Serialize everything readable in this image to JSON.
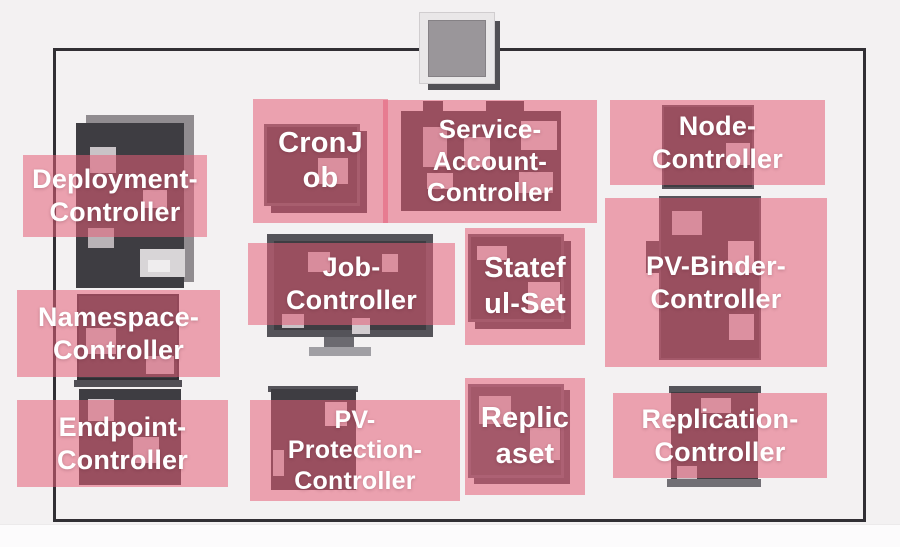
{
  "diagram": {
    "kind": "kubernetes-controller-manager-overlay-diagram",
    "colors": {
      "background": "#f3f1f2",
      "bottom_strip": "#fcfbfc",
      "frame_border": "#312f34",
      "overlay_pink": "rgba(227,94,120,0.55)",
      "pink_over_white": "#ea9fae",
      "pink_over_dark": "#97505f",
      "icon_dark": "#3e3d42",
      "icon_gray": "#908c90",
      "label_text": "#ffffff"
    },
    "icons": {
      "controller-manager-icon": "gray square with offset shadow (css squares)",
      "server-tower-icon": "dark vertical rectangle with light chips (css rects)",
      "monitor-icon": "dark screen with gray frame and stand (css rects)",
      "app-square-icon": "dark rounded square with rim and shadow (css square)"
    },
    "boxes": [
      {
        "id": "deployment-controller",
        "label": "Deployment-\nController"
      },
      {
        "id": "cronjob",
        "label": "CronJ\nob"
      },
      {
        "id": "service-account-controller",
        "label": "Service-\nAccount-\nController"
      },
      {
        "id": "node-controller",
        "label": "Node-\nController"
      },
      {
        "id": "job-controller",
        "label": "Job-\nController"
      },
      {
        "id": "stateful-set",
        "label": "Statef\nul-Set"
      },
      {
        "id": "pv-binder-controller",
        "label": "PV-Binder-\nController"
      },
      {
        "id": "namespace-controller",
        "label": "Namespace-\nController"
      },
      {
        "id": "endpoint-controller",
        "label": "Endpoint-\nController"
      },
      {
        "id": "pv-protection-controller",
        "label": "PV-\nProtection-\nController"
      },
      {
        "id": "replicaset",
        "label": "Replic\naset"
      },
      {
        "id": "replication-controller",
        "label": "Replication-\nController"
      }
    ]
  }
}
